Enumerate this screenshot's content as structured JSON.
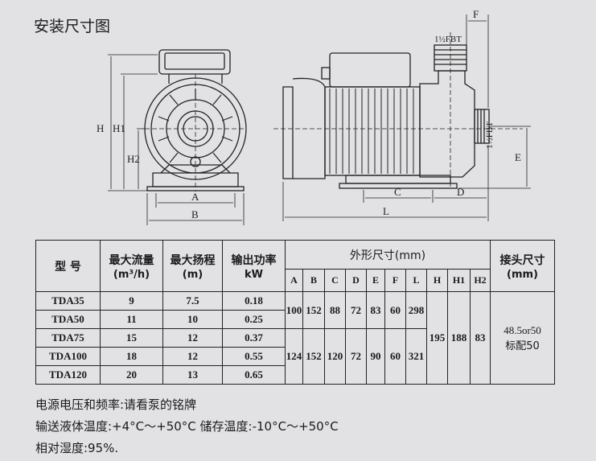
{
  "title": "安装尺寸图",
  "drawing": {
    "front_labels": {
      "H": "H",
      "H1": "H1",
      "H2": "H2",
      "A": "A",
      "B": "B"
    },
    "side_labels": {
      "F": "F",
      "FBT_top": "1½FBT",
      "FBT_side": "1½FBT",
      "C": "C",
      "D": "D",
      "E": "E",
      "L": "L"
    }
  },
  "table": {
    "col_model": "型  号",
    "col_flow": "最大流量",
    "col_flow_unit": "(m³/h)",
    "col_head": "最大扬程",
    "col_head_unit": "(m)",
    "col_power": "输出功率",
    "col_power_unit": "kW",
    "col_dims": "外形尺寸(mm)",
    "col_conn": "接头尺寸",
    "col_conn_unit": "(mm)",
    "dim_cols": [
      "A",
      "B",
      "C",
      "D",
      "E",
      "F",
      "L",
      "H",
      "H1",
      "H2"
    ],
    "rows": [
      {
        "model": "TDA35",
        "flow": "9",
        "head": "7.5",
        "power": "0.18"
      },
      {
        "model": "TDA50",
        "flow": "11",
        "head": "10",
        "power": "0.25"
      },
      {
        "model": "TDA75",
        "flow": "15",
        "head": "12",
        "power": "0.37"
      },
      {
        "model": "TDA100",
        "flow": "18",
        "head": "12",
        "power": "0.55"
      },
      {
        "model": "TDA120",
        "flow": "20",
        "head": "13",
        "power": "0.65"
      }
    ],
    "group1": {
      "A": "100",
      "B": "152",
      "C": "88",
      "D": "72",
      "E": "83",
      "F": "60",
      "L": "298"
    },
    "group2": {
      "A": "124",
      "B": "152",
      "C": "120",
      "D": "72",
      "E": "90",
      "F": "60",
      "L": "321"
    },
    "H": "195",
    "H1": "188",
    "H2": "83",
    "conn_value": "48.5or50",
    "conn_std": "标配50"
  },
  "notes": {
    "line1": "电源电压和频率:请看泵的铭牌",
    "line2": "输送液体温度:+4°C～+50°C    储存温度:-10°C～+50°C",
    "line3": "相对湿度:95%."
  }
}
